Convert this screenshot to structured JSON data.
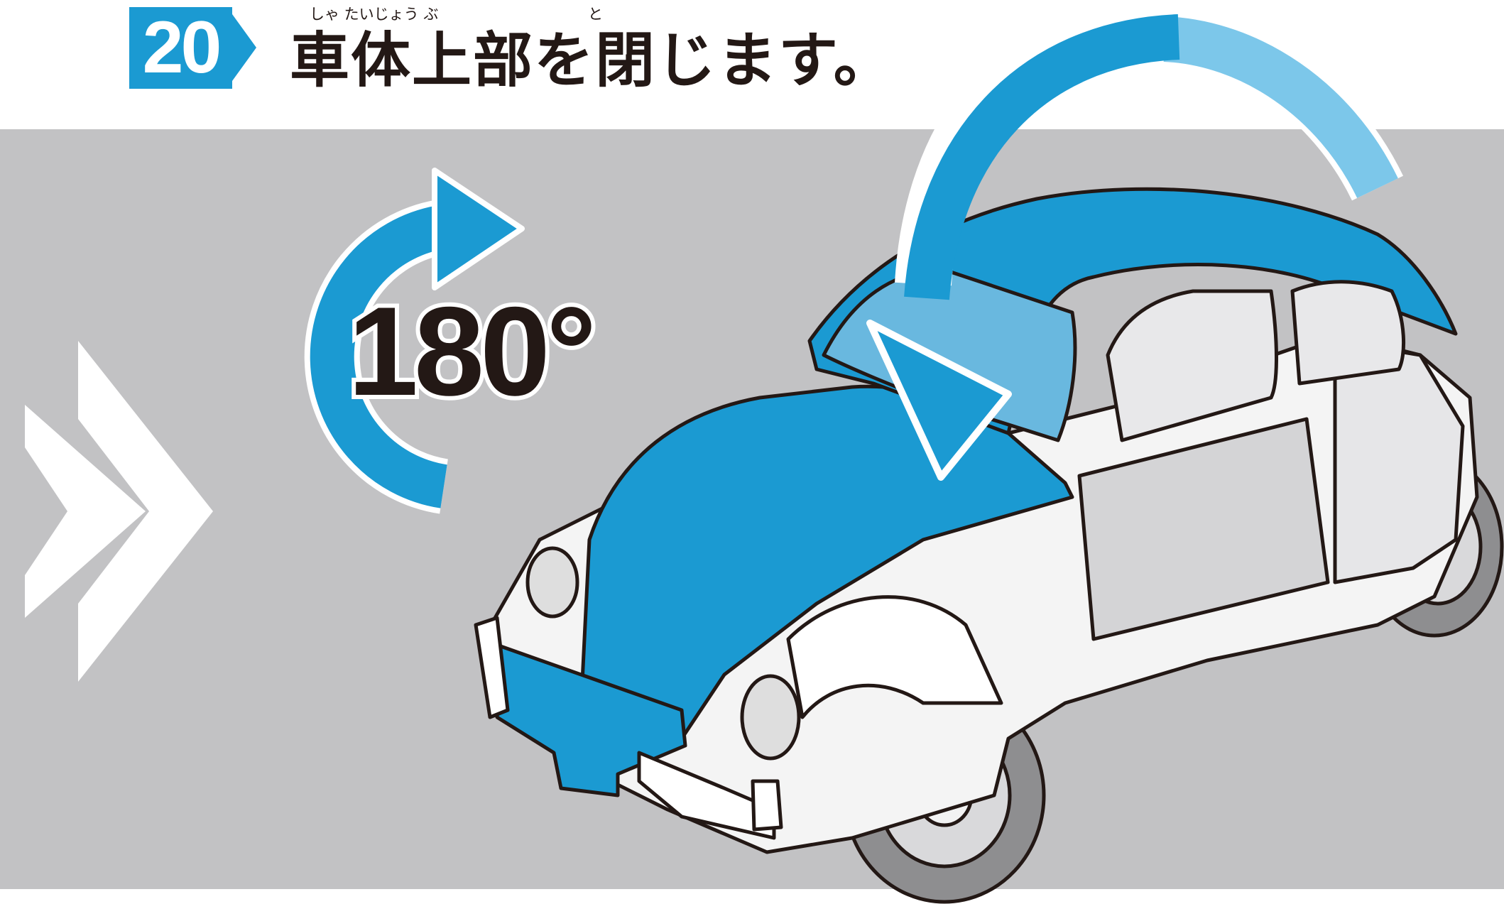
{
  "step": {
    "number": "20",
    "title": "車体上部を閉じます。",
    "ruby": [
      "しゃ たいじょう ぶ",
      "と"
    ]
  },
  "rotation": {
    "label": "180°"
  },
  "colors": {
    "accent_blue": "#1b9ad2",
    "light_blue": "#7cc7ea",
    "stage_gray": "#c2c2c4",
    "ink": "#231815"
  },
  "icons": [
    "step-arrow-icon",
    "chevron-double-icon",
    "rotate-arrow-icon",
    "close-lid-arrow-icon",
    "car-body-illustration"
  ]
}
